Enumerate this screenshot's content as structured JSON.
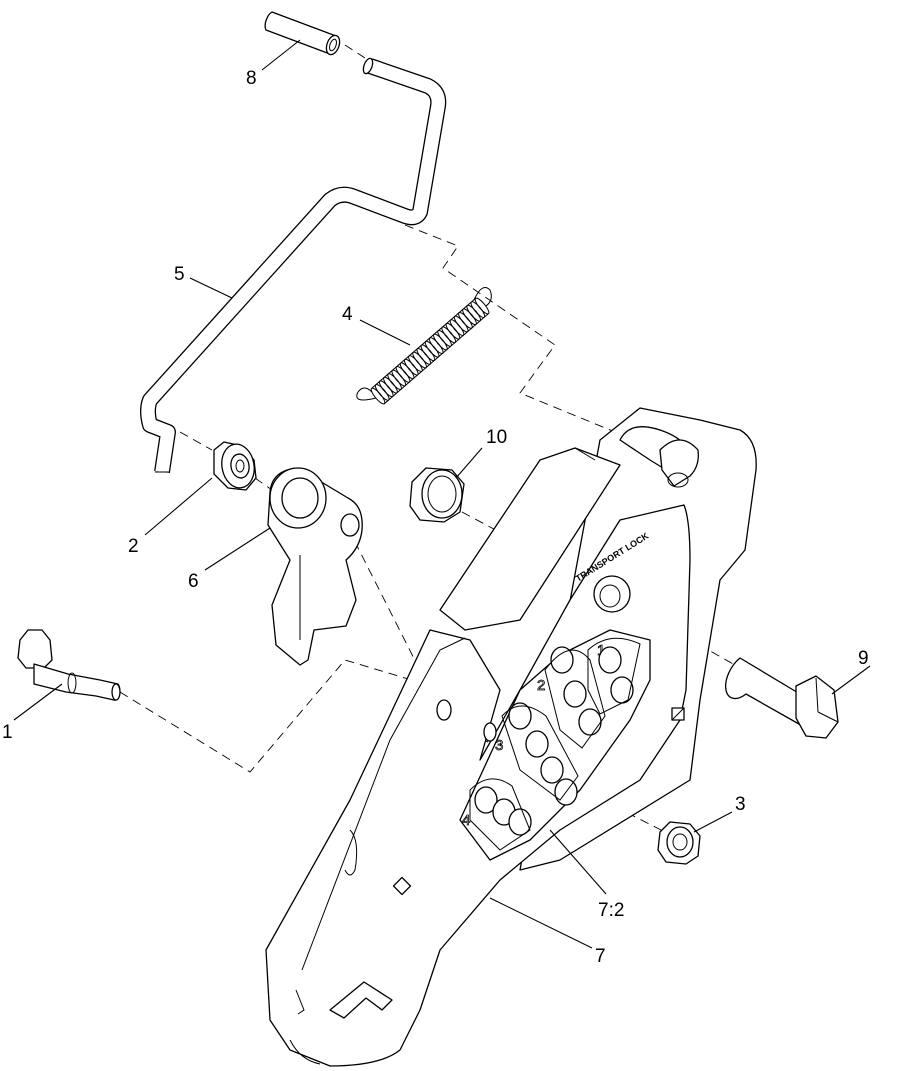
{
  "callouts": [
    {
      "id": "c8",
      "label": "8",
      "part": "pin"
    },
    {
      "id": "c5",
      "label": "5",
      "part": "rod"
    },
    {
      "id": "c4",
      "label": "4",
      "part": "extension-spring"
    },
    {
      "id": "c10",
      "label": "10",
      "part": "flange-nut"
    },
    {
      "id": "c2",
      "label": "2",
      "part": "bushing"
    },
    {
      "id": "c6",
      "label": "6",
      "part": "lever-arm"
    },
    {
      "id": "c1",
      "label": "1",
      "part": "shoulder-bolt"
    },
    {
      "id": "c9",
      "label": "9",
      "part": "hex-bolt"
    },
    {
      "id": "c3",
      "label": "3",
      "part": "lock-nut"
    },
    {
      "id": "c72",
      "label": "7:2",
      "part": "decal"
    },
    {
      "id": "c7",
      "label": "7",
      "part": "height-of-cut-bracket"
    }
  ],
  "decal": {
    "header": "TRANSPORT LOCK",
    "groups": [
      "1",
      "2",
      "3",
      "4"
    ]
  },
  "colors": {
    "line": "#000000",
    "background": "#ffffff"
  }
}
